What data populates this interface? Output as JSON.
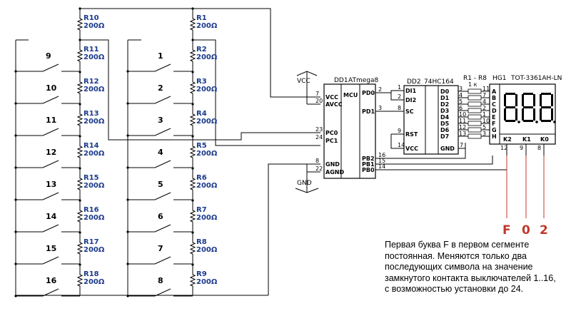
{
  "resistors_left": [
    {
      "ref": "R10",
      "value": "200Ω"
    },
    {
      "ref": "R11",
      "value": "200Ω"
    },
    {
      "ref": "R12",
      "value": "200Ω"
    },
    {
      "ref": "R13",
      "value": "200Ω"
    },
    {
      "ref": "R14",
      "value": "200Ω"
    },
    {
      "ref": "R15",
      "value": "200Ω"
    },
    {
      "ref": "R16",
      "value": "200Ω"
    },
    {
      "ref": "R17",
      "value": "200Ω"
    },
    {
      "ref": "R18",
      "value": "200Ω"
    }
  ],
  "resistors_right": [
    {
      "ref": "R1",
      "value": "200Ω"
    },
    {
      "ref": "R2",
      "value": "200Ω"
    },
    {
      "ref": "R3",
      "value": "200Ω"
    },
    {
      "ref": "R4",
      "value": "200Ω"
    },
    {
      "ref": "R5",
      "value": "200Ω"
    },
    {
      "ref": "R6",
      "value": "200Ω"
    },
    {
      "ref": "R7",
      "value": "200Ω"
    },
    {
      "ref": "R8",
      "value": "200Ω"
    },
    {
      "ref": "R9",
      "value": "200Ω"
    }
  ],
  "switches_left": [
    "9",
    "10",
    "11",
    "12",
    "13",
    "14",
    "15",
    "16"
  ],
  "switches_right": [
    "1",
    "2",
    "3",
    "4",
    "5",
    "6",
    "7",
    "8"
  ],
  "power": {
    "vcc": "VCC",
    "gnd": "GND"
  },
  "mcu": {
    "ref": "DD1",
    "part": "ATmega8",
    "label": "MCU",
    "left_pins": [
      {
        "num": "7",
        "name": "VCC"
      },
      {
        "num": "20",
        "name": "AVCC"
      },
      {
        "num": "23",
        "name": "PC0"
      },
      {
        "num": "24",
        "name": "PC1"
      },
      {
        "num": "8",
        "name": "GND"
      },
      {
        "num": "22",
        "name": "AGND"
      }
    ],
    "right_pins": [
      {
        "num": "2",
        "name": "PD0"
      },
      {
        "num": "3",
        "name": "PD1"
      },
      {
        "num": "16",
        "name": "PB2"
      },
      {
        "num": "15",
        "name": "PB1"
      },
      {
        "num": "14",
        "name": "PB0"
      }
    ]
  },
  "shift": {
    "ref": "DD2",
    "part": "74HC164",
    "left_pins": [
      {
        "num": "1",
        "name": "DI1"
      },
      {
        "num": "2",
        "name": "DI2"
      },
      {
        "num": "8",
        "name": "SC"
      },
      {
        "num": "9",
        "name": "RST"
      },
      {
        "num": "14",
        "name": "VCC"
      }
    ],
    "out_pins": [
      {
        "num": "3",
        "name": "D0"
      },
      {
        "num": "4",
        "name": "D1"
      },
      {
        "num": "5",
        "name": "D2"
      },
      {
        "num": "6",
        "name": "D3"
      },
      {
        "num": "10",
        "name": "D4"
      },
      {
        "num": "11",
        "name": "D5"
      },
      {
        "num": "12",
        "name": "D6"
      },
      {
        "num": "13",
        "name": "D7"
      }
    ],
    "gnd_pin": {
      "num": "7",
      "name": "GND"
    }
  },
  "rarray": {
    "ref": "R1 - R8",
    "value": "1 к"
  },
  "display": {
    "ref": "HG1",
    "part": "TOT-3361AH-LN",
    "seg_pins": [
      {
        "num": "11",
        "name": "A"
      },
      {
        "num": "7",
        "name": "B"
      },
      {
        "num": "4",
        "name": "C"
      },
      {
        "num": "2",
        "name": "D"
      },
      {
        "num": "1",
        "name": "E"
      },
      {
        "num": "10",
        "name": "F"
      },
      {
        "num": "5",
        "name": "G"
      },
      {
        "num": "3",
        "name": "H"
      }
    ],
    "common": [
      {
        "name": "K2",
        "num": "12"
      },
      {
        "name": "K1",
        "num": "9"
      },
      {
        "name": "K0",
        "num": "8"
      }
    ],
    "digit_labels": [
      "F",
      "0",
      "2"
    ]
  },
  "note": {
    "lines": [
      "Первая буква F в первом сегменте",
      "постоянная. Меняются только два",
      "последующих символа на значение",
      "замкнутого контакта выключателей 1..16,",
      "с возможностью установки до 24."
    ]
  }
}
